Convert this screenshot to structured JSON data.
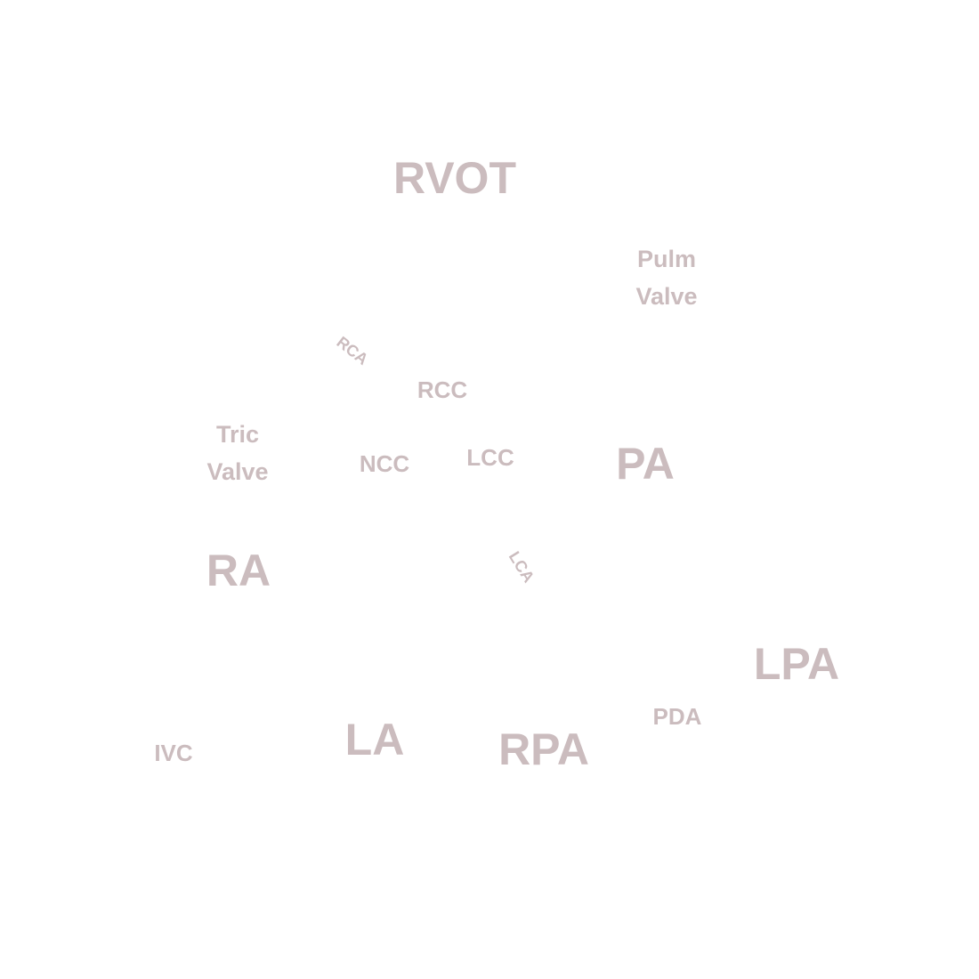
{
  "diagram": {
    "text_color": "#cbbcbe",
    "background": "#ffffff",
    "labels": {
      "rvot": "RVOT",
      "pulm_valve_line1": "Pulm",
      "pulm_valve_line2": "Valve",
      "rca": "RCA",
      "rcc": "RCC",
      "tric_valve_line1": "Tric",
      "tric_valve_line2": "Valve",
      "ncc": "NCC",
      "lcc": "LCC",
      "pa": "PA",
      "ra": "RA",
      "lca": "LCA",
      "lpa": "LPA",
      "pda": "PDA",
      "ivc": "IVC",
      "la": "LA",
      "rpa": "RPA"
    }
  }
}
